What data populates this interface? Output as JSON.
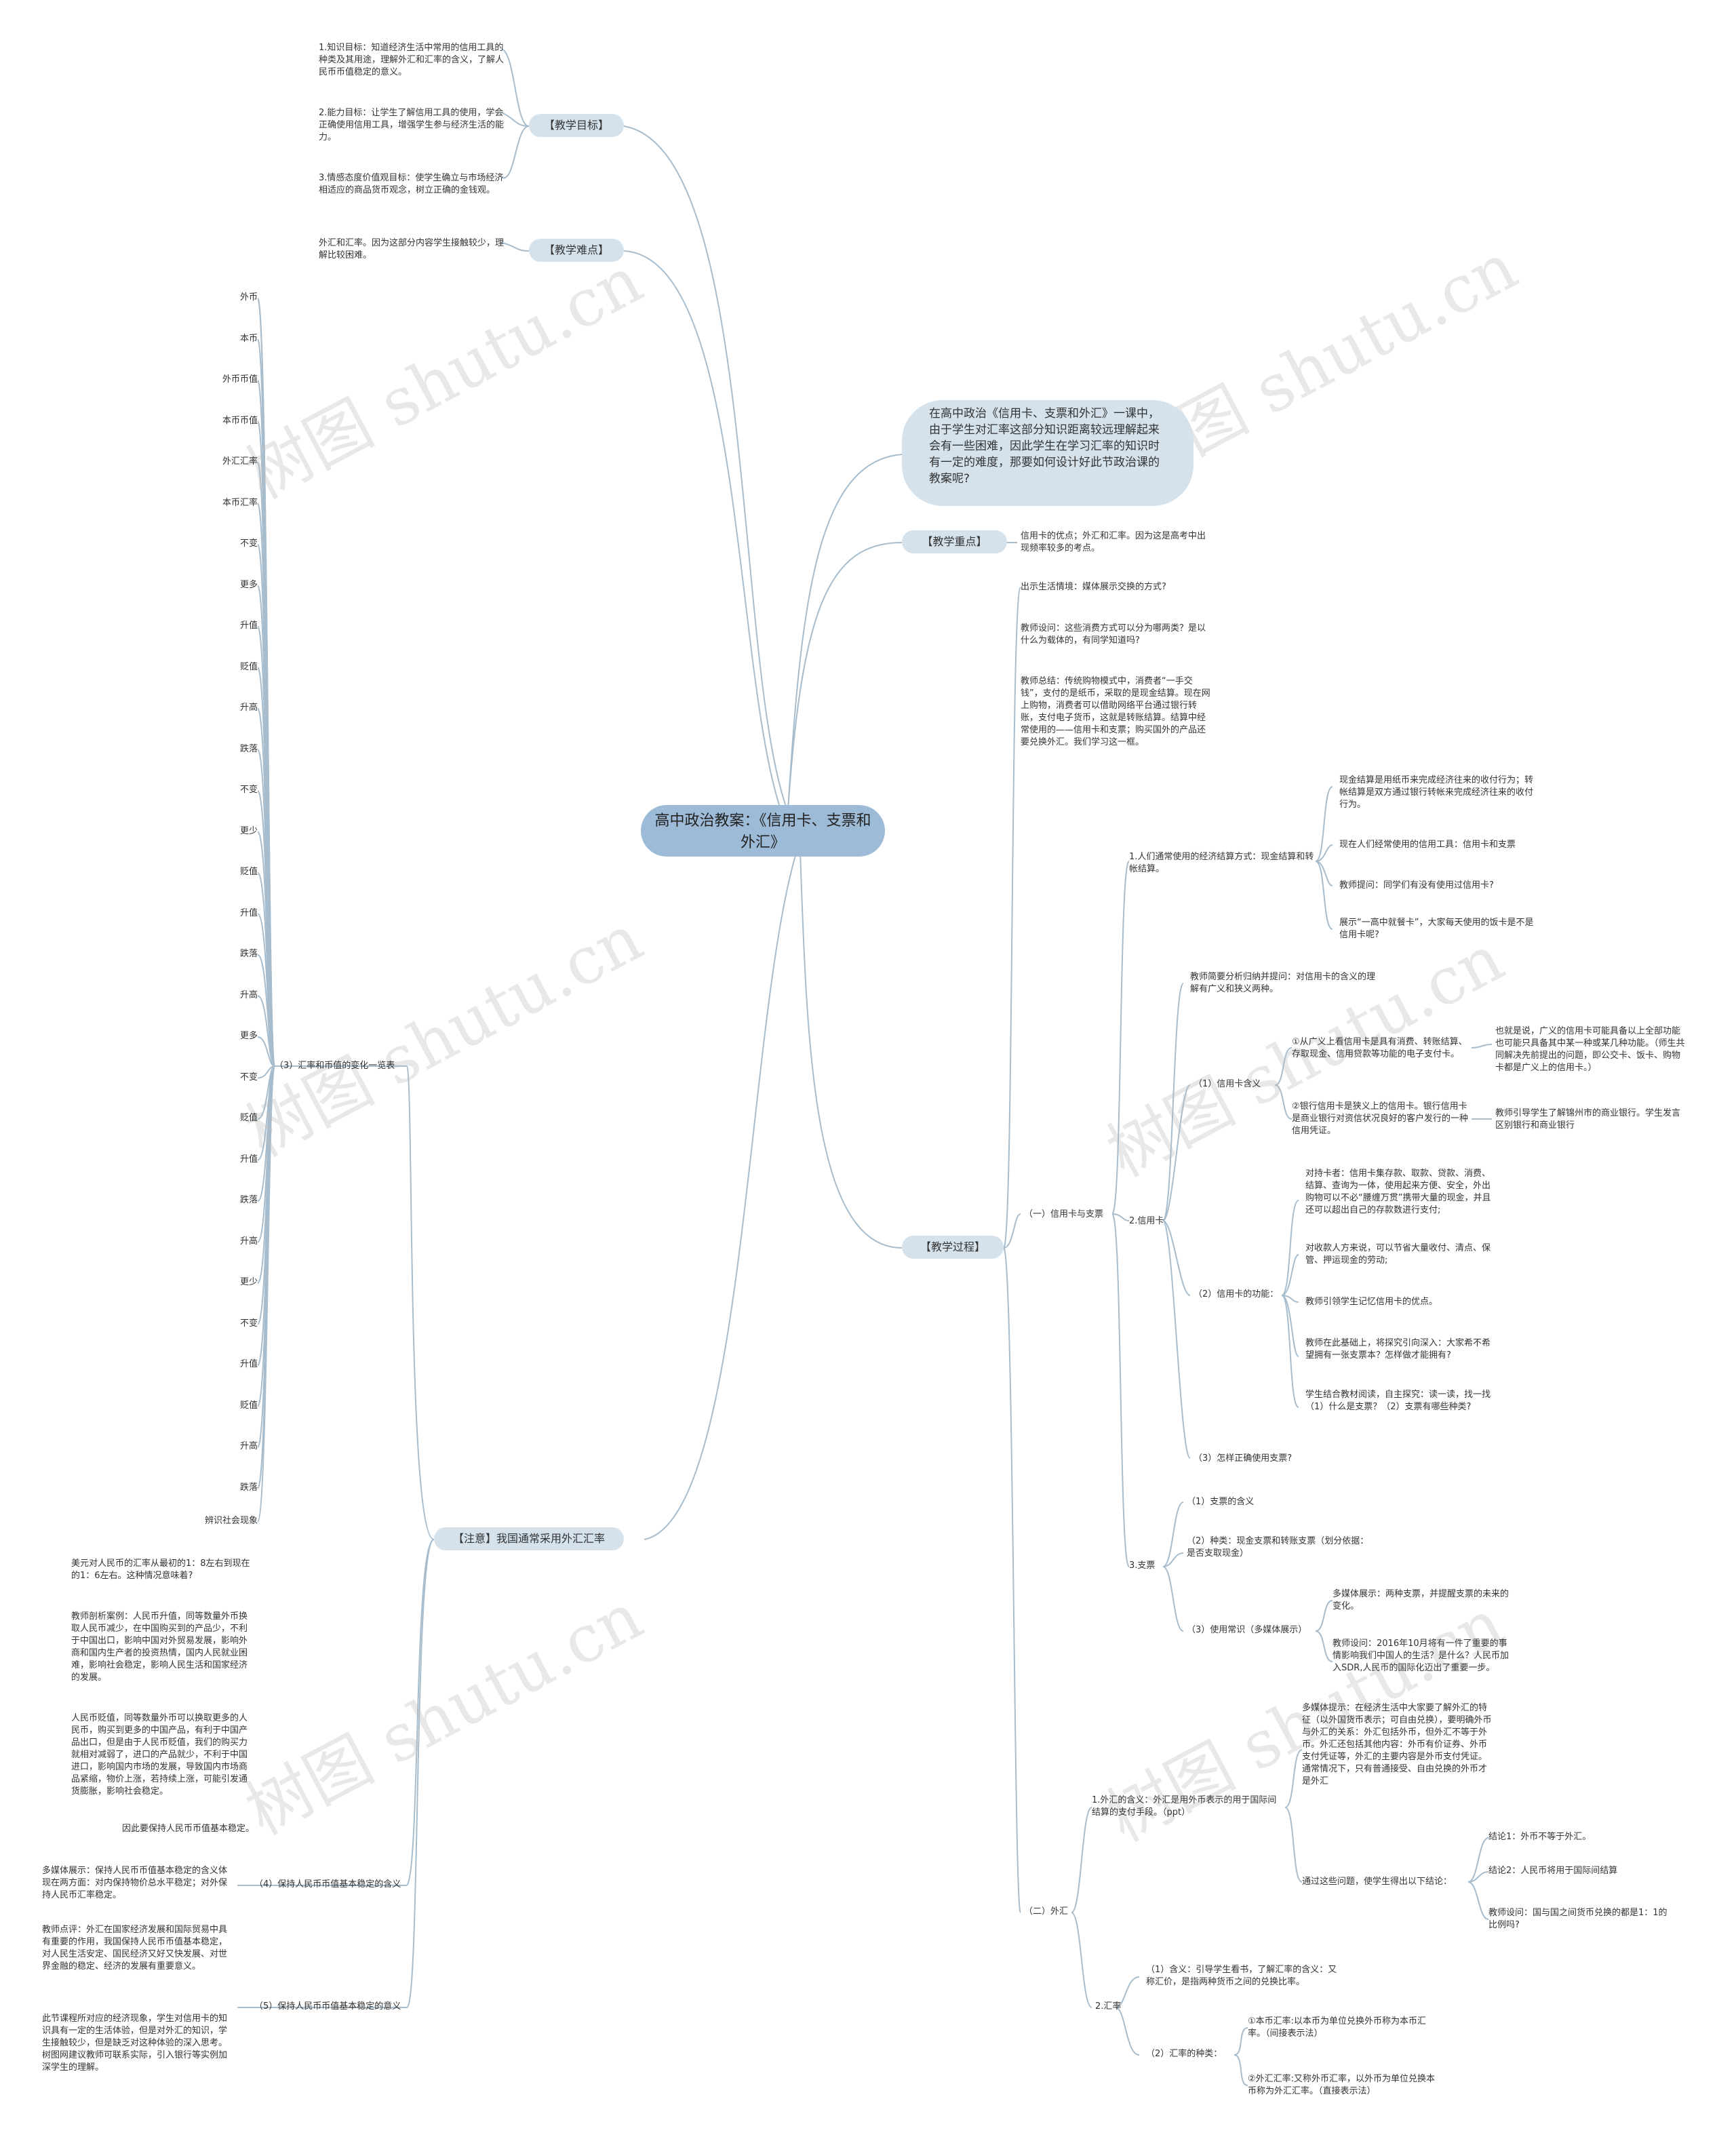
{
  "root": {
    "title": "高中政治教案：《信用卡、支票和外汇》"
  },
  "intro": "在高中政治《信用卡、支票和外汇》一课中，由于学生对汇率这部分知识距离较远理解起来会有一些困难，因此学生在学习汇率的知识时有一定的难度，那要如何设计好此节政治课的教案呢?",
  "branches": {
    "goals": {
      "label": "【教学目标】",
      "items": [
        "1.知识目标：知道经济生活中常用的信用工具的种类及其用途，理解外汇和汇率的含义，了解人民币币值稳定的意义。",
        "2.能力目标：让学生了解信用工具的使用，学会正确使用信用工具，增强学生参与经济生活的能力。",
        "3.情感态度价值观目标：使学生确立与市场经济相适应的商品货币观念，树立正确的金钱观。"
      ]
    },
    "difficulty": {
      "label": "【教学难点】",
      "text": "外汇和汇率。因为这部分内容学生接触较少，理解比较困难。"
    },
    "key": {
      "label": "【教学重点】",
      "text": "信用卡的优点；外汇和汇率。因为这是高考中出现频率较多的考点。"
    },
    "notice": {
      "label": "【注意】我国通常采用外汇汇率",
      "table_label": "（3）汇率和币值的变化一览表",
      "table_items": [
        "外币",
        "本币",
        "外币币值",
        "本币币值",
        "外汇汇率",
        "本币汇率",
        "不变",
        "更多",
        "升值",
        "贬值",
        "升高",
        "跌落",
        "不变",
        "更少",
        "贬值",
        "升值",
        "跌落",
        "升高",
        "更多",
        "不变",
        "贬值",
        "升值",
        "跌落",
        "升高",
        "更少",
        "不变",
        "升值",
        "贬值",
        "升高",
        "跌落"
      ],
      "phenomenon": "辨识社会现象",
      "texts": [
        "美元对人民币的汇率从最初的1：8左右到现在的1：6左右。这种情况意味着?",
        "教师剖析案例：人民币升值，同等数量外币换取人民币减少，在中国购买到的产品少，不利于中国出口，影响中国对外贸易发展，影响外商和国内生产者的投资热情，国内人民就业困难，影响社会稳定，影响人民生活和国家经济的发展。",
        "人民币贬值，同等数量外币可以换取更多的人民币，购买到更多的中国产品，有利于中国产品出口，但是由于人民币贬值，我们的购买力就相对减弱了，进口的产品就少，不利于中国进口，影响国内市场的发展，导致国内市场商品紧缩，物价上涨，若持续上涨，可能引发通货膨胀，影响社会稳定。",
        "因此要保持人民币币值基本稳定。"
      ],
      "s4_label": "（4）保持人民币币值基本稳定的含义",
      "s4_text": "多媒体展示：保持人民币币值基本稳定的含义体现在两方面：对内保持物价总水平稳定；对外保持人民币汇率稳定。",
      "s5_label": "（5）保持人民币币值基本稳定的意义",
      "s5_texts": [
        "教师点评：外汇在国家经济发展和国际贸易中具有重要的作用，我国保持人民币币值基本稳定，对人民生活安定、国民经济又好又快发展、对世界金融的稳定、经济的发展有重要意义。",
        "此节课程所对应的经济现象，学生对信用卡的知识具有一定的生活体验，但是对外汇的知识，学生接触较少，但是缺乏对这种体验的深入思考。树图网建议教师可联系实际，引入银行等实例加深学生的理解。"
      ]
    },
    "process": {
      "label": "【教学过程】",
      "pre": [
        "出示生活情境：媒体展示交换的方式?",
        "教师设问：这些消费方式可以分为哪两类？是以什么为载体的，有同学知道吗?",
        "教师总结：传统购物模式中，消费者“一手交钱”，支付的是纸币，采取的是现金结算。现在网上购物，消费者可以借助网络平台通过银行转账，支付电子货币，这就是转账结算。结算中经常使用的——信用卡和支票；购买国外的产品还要兑换外汇。我们学习这一框。"
      ],
      "part1": {
        "label": "（一）信用卡与支票",
        "s1_label": "1.人们通常使用的经济结算方式：现金结算和转帐结算。",
        "s1_items": [
          "现金结算是用纸币来完成经济往来的收付行为；转帐结算是双方通过银行转帐来完成经济往来的收付行为。",
          "现在人们经常使用的信用工具：信用卡和支票",
          "教师提问：同学们有没有使用过信用卡?",
          "展示“一高中就餐卡”，大家每天使用的饭卡是不是信用卡呢?"
        ],
        "s2_label": "2.信用卡",
        "s2_intro": "教师简要分析归纳并提问：对信用卡的含义的理解有广义和狭义两种。",
        "c1_label": "（1）信用卡含义",
        "c1_items": [
          "①从广义上看信用卡是具有消费、转账结算、存取现金、信用贷款等功能的电子支付卡。",
          "②银行信用卡是狭义上的信用卡。银行信用卡是商业银行对资信状况良好的客户发行的一种信用凭证。"
        ],
        "c1_notes": [
          "也就是说，广义的信用卡可能具备以上全部功能也可能只具备其中某一种或某几种功能。（师生共同解决先前提出的问题，即公交卡、饭卡、购物卡都是广义上的信用卡。）",
          "教师引导学生了解锦州市的商业银行。学生发言区别银行和商业银行"
        ],
        "c2_label": "（2）信用卡的功能：",
        "c2_items": [
          "对持卡者：信用卡集存款、取款、贷款、消费、结算、查询为一体，使用起来方便、安全，外出购物可以不必“腰缠万贯”携带大量的现金，并且还可以超出自己的存款数进行支付;",
          "对收款人方来说，可以节省大量收付、清点、保管、押运现金的劳动;",
          "教师引领学生记忆信用卡的优点。",
          "教师在此基础上，将探究引向深入：大家希不希望拥有一张支票本？怎样做才能拥有?",
          "学生结合教材阅读，自主探究：读一读，找一找（1）什么是支票？（2）支票有哪些种类?"
        ],
        "c3_label": "（3）怎样正确使用支票?",
        "s3_label": "3.支票",
        "s3_items": [
          "（1）支票的含义",
          "（2）种类：现金支票和转账支票（划分依据：是否支取现金）",
          "（3）使用常识（多媒体展示）"
        ],
        "s3_notes": [
          "多媒体展示：两种支票，并提醒支票的未来的变化。",
          "教师设问：2016年10月将有一件了重要的事情影响我们中国人的生活？是什么？人民币加入SDR,人民币的国际化迈出了重要一步。"
        ]
      },
      "part2": {
        "label": "（二）外汇",
        "s1_label": "1.外汇的含义：外汇是用外币表示的用于国际间结算的支付手段。（ppt）",
        "s1_media": "多媒体提示：在经济生活中大家要了解外汇的特征（以外国货币表示；可自由兑换），要明确外币与外汇的关系：外汇包括外币，但外汇不等于外币。外汇还包括其他内容：外币有价证券、外币支付凭证等，外汇的主要内容是外币支付凭证。通常情况下，只有普通接受、自由兑换的外币才是外汇",
        "s1_q": "通过这些问题，使学生得出以下结论：",
        "s1_conclusions": [
          "结论1：外币不等于外汇。",
          "结论2：人民币将用于国际间结算",
          "教师设问：国与国之间货币兑换的都是1：1的比例吗?"
        ],
        "s2_label": "2.汇率",
        "s2_items": [
          "（1）含义：引导学生看书，了解汇率的含义：又称汇价，是指两种货币之间的兑换比率。",
          "（2）汇率的种类："
        ],
        "s2_types": [
          "①本币汇率:以本币为单位兑换外币称为本币汇率。（间接表示法）",
          "②外汇汇率:又称外币汇率，以外币为单位兑换本币称为外汇汇率。（直接表示法）"
        ]
      }
    }
  },
  "watermark": "树图 shutu.cn"
}
